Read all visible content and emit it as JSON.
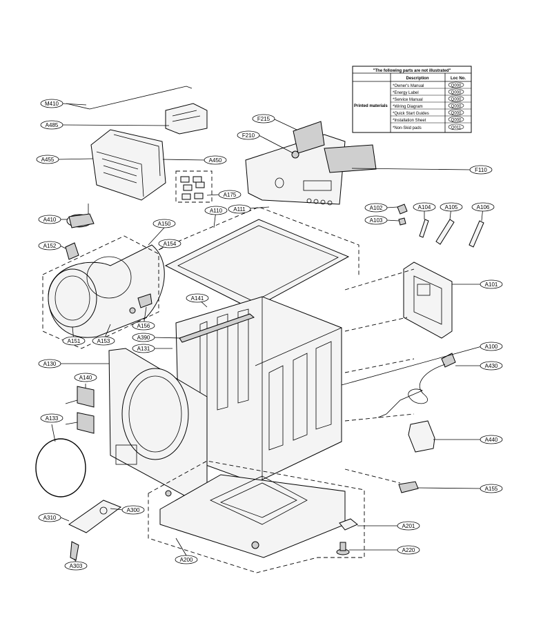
{
  "table": {
    "title": "\"The following parts are not illustrated\"",
    "col_description": "Description",
    "col_loc": "Loc No.",
    "group_label": "Printed materials",
    "rows": [
      {
        "desc": "*Owner's Manual",
        "loc": "Q000"
      },
      {
        "desc": "*Energy Label",
        "loc": "Q000"
      },
      {
        "desc": "*Service Manual",
        "loc": "Q000"
      },
      {
        "desc": "*Wiring Diagram",
        "loc": "Q000"
      },
      {
        "desc": "*Quick Start Guides",
        "loc": "Q000"
      },
      {
        "desc": "*Installation Sheet",
        "loc": "Q000"
      },
      {
        "desc": "*Non-Skid pads",
        "loc": "Q011"
      }
    ]
  },
  "callouts": {
    "M410": "M410",
    "A485": "A485",
    "A455": "A455",
    "A450": "A450",
    "A175": "A175",
    "F215": "F215",
    "F210": "F210",
    "F110": "F110",
    "A410": "A410",
    "A150": "A150",
    "A152": "A152",
    "A154": "A154",
    "A110": "A110",
    "A111": "A111",
    "A102": "A102",
    "A103": "A103",
    "A104": "A104",
    "A105": "A105",
    "A106": "A106",
    "A101": "A101",
    "A141": "A141",
    "A156": "A156",
    "A151": "A151",
    "A153": "A153",
    "A390": "A390",
    "A131": "A131",
    "A100": "A100",
    "A130": "A130",
    "A430": "A430",
    "A140": "A140",
    "A133": "A133",
    "A440": "A440",
    "A155": "A155",
    "A310": "A310",
    "A300": "A300",
    "A201": "A201",
    "A220": "A220",
    "A200": "A200",
    "A303": "A303"
  }
}
